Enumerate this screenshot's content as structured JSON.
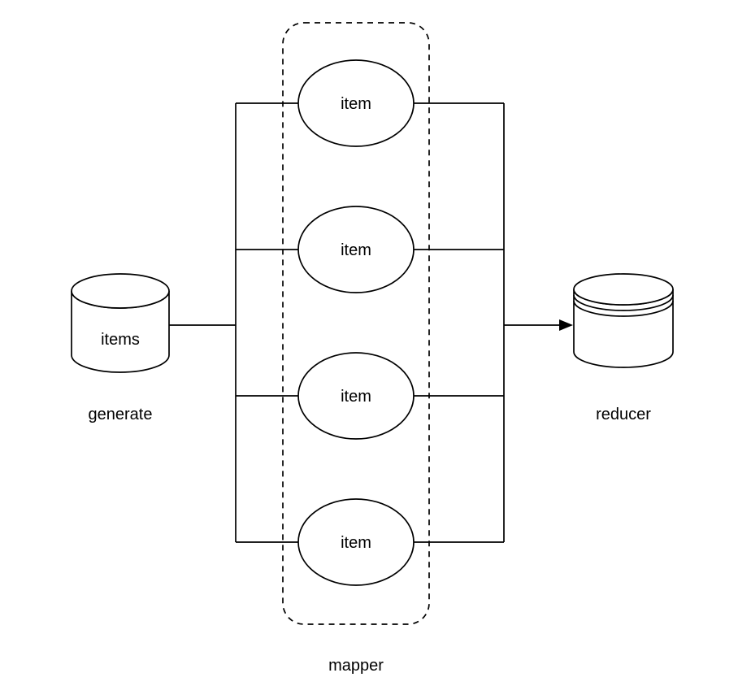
{
  "diagram": {
    "background_color": "#ffffff",
    "stroke_color": "#000000",
    "text_color": "#000000",
    "source": {
      "shape": "cylinder",
      "label": "items",
      "caption": "generate"
    },
    "mapper": {
      "container_style": "dashed-rounded-rectangle",
      "caption": "mapper",
      "items": [
        {
          "label": "item"
        },
        {
          "label": "item"
        },
        {
          "label": "item"
        },
        {
          "label": "item"
        }
      ]
    },
    "sink": {
      "shape": "stacked-cylinder",
      "caption": "reducer"
    },
    "edges": [
      {
        "from": "items",
        "to": "each item",
        "arrow": false
      },
      {
        "from": "each item",
        "to": "reducer",
        "arrow": true
      }
    ]
  }
}
